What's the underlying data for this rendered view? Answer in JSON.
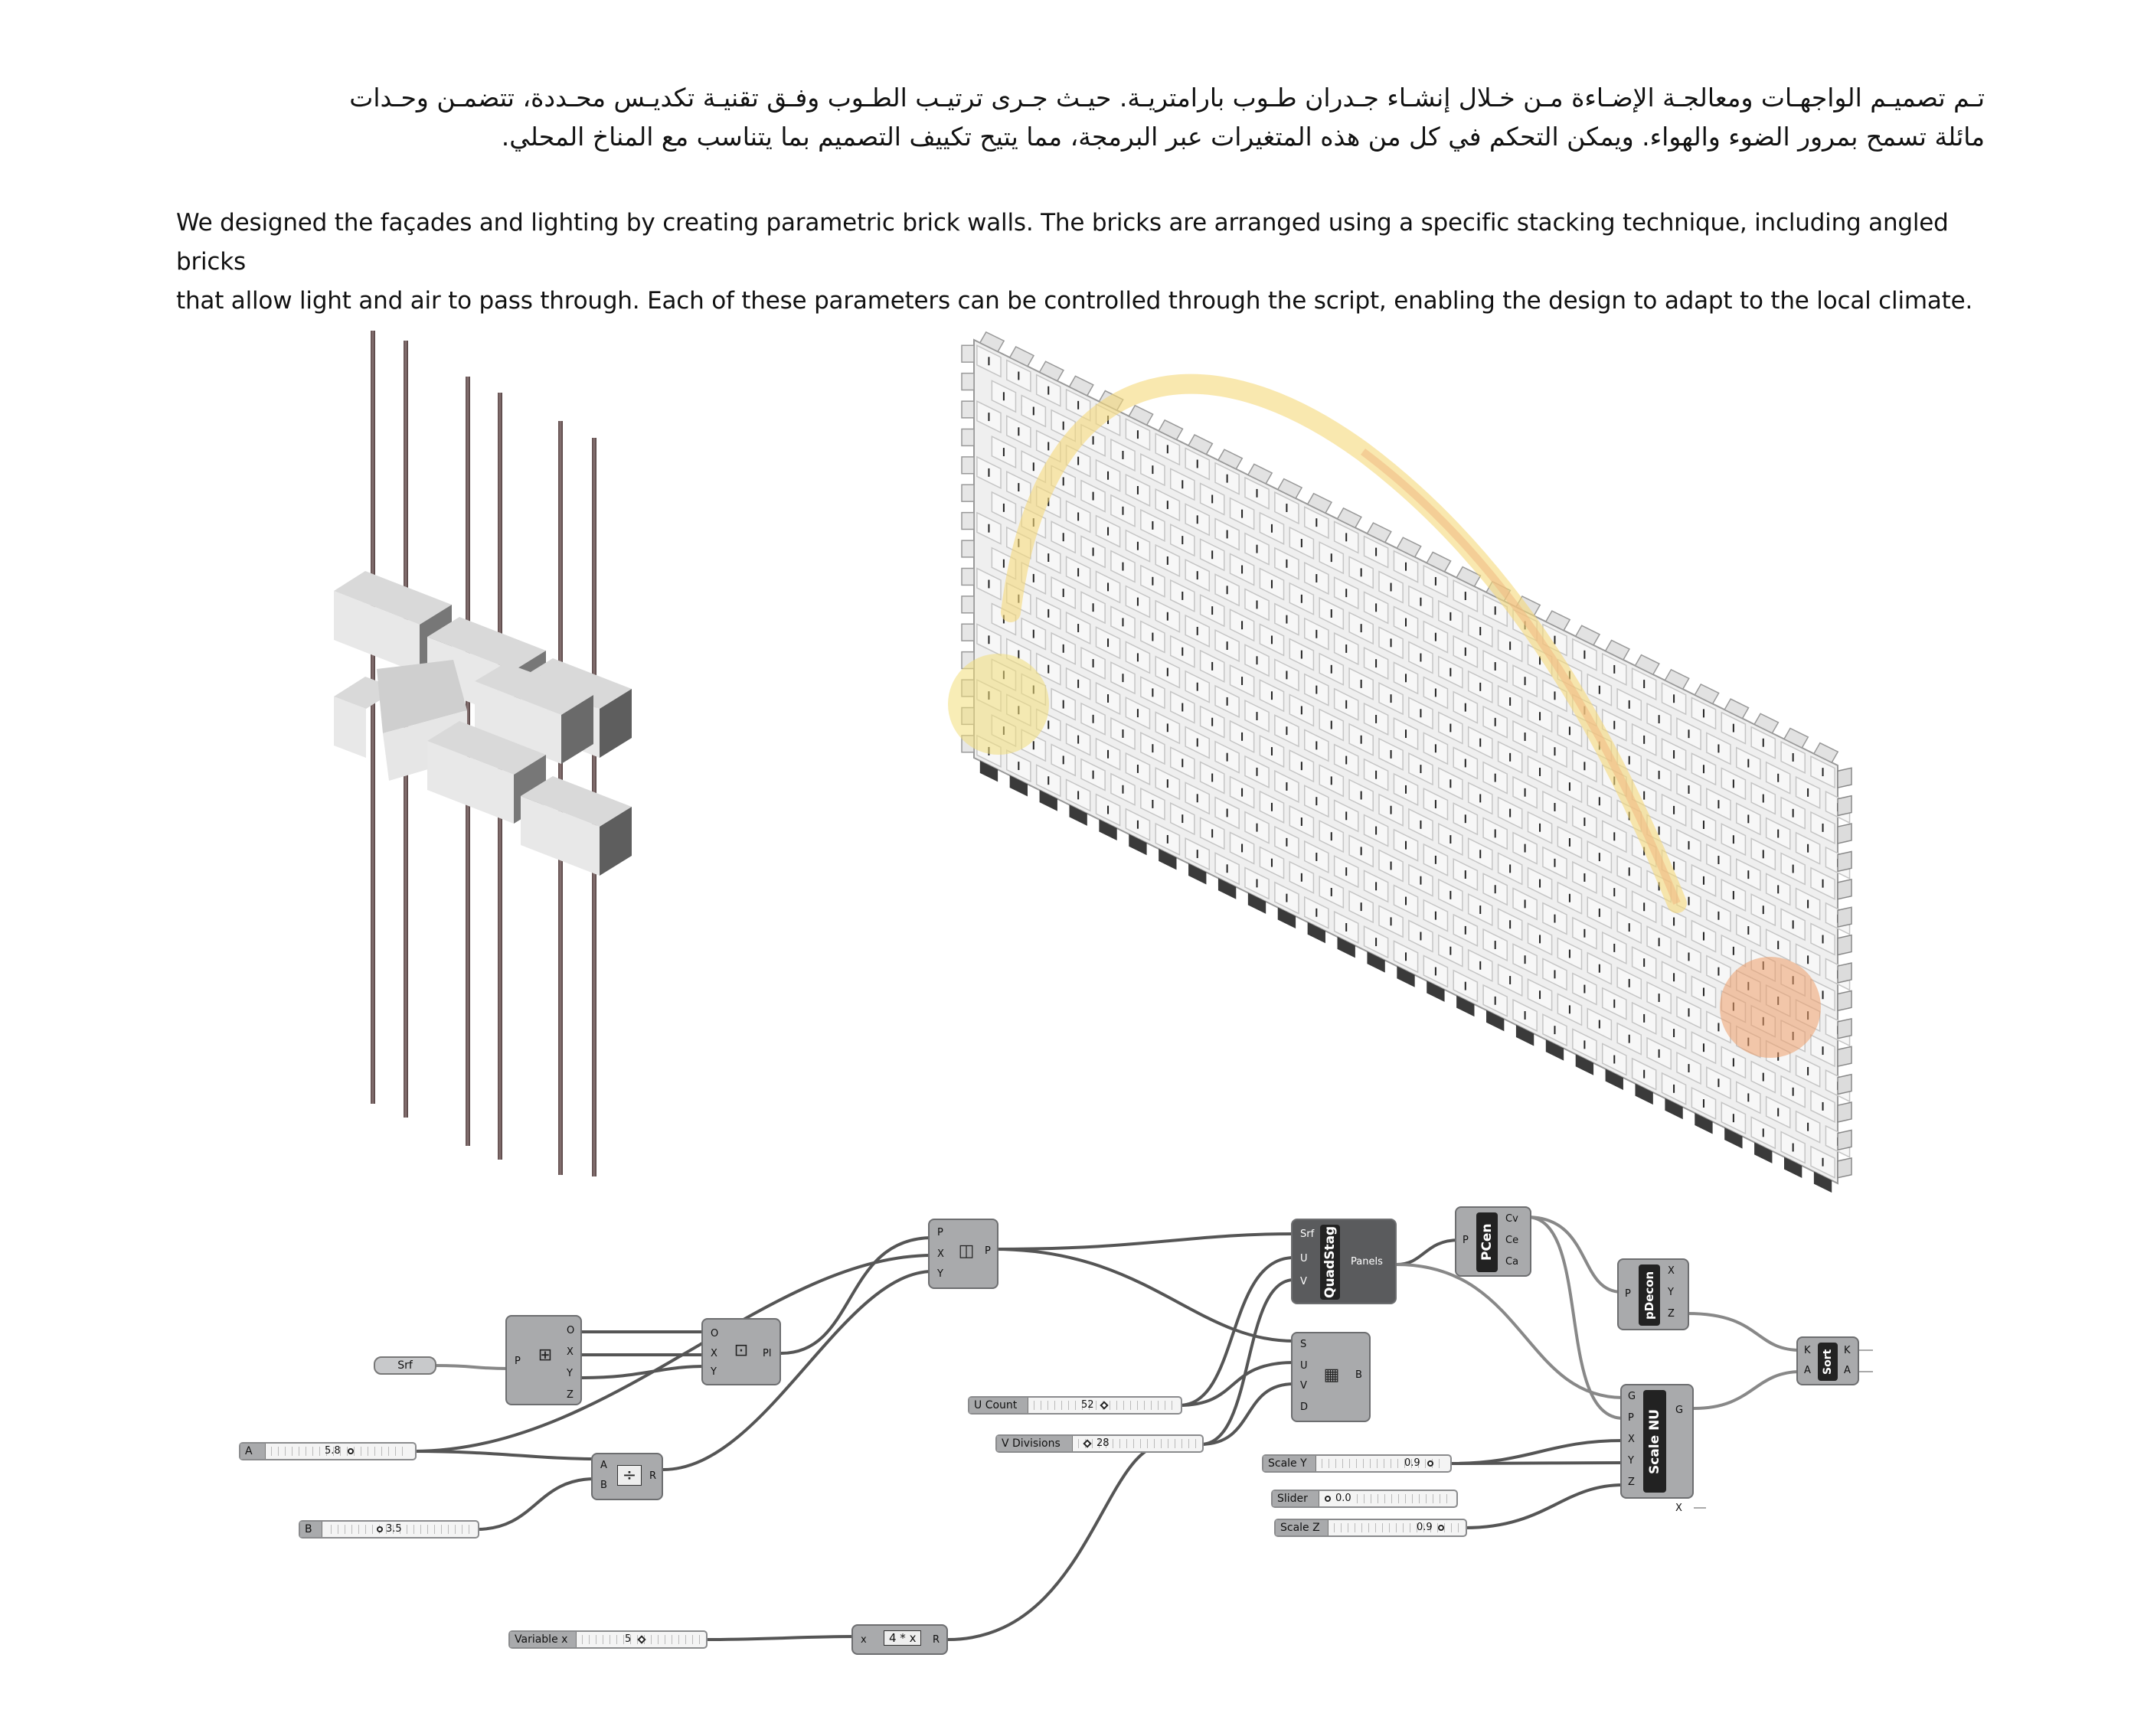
{
  "text": {
    "arabic_line1": "تـم تصميـم الواجهـات ومعالجـة الإضـاءة مـن خـلال إنشـاء جـدران طـوب بارامتريـة. حيـث جـرى ترتيـب الطـوب وفـق تقنيـة تكديـس محـددة، تتضمـن وحـدات",
    "arabic_line2": "مائلة تسمح بمرور الضوء والهواء. ويمكن التحكم في كل من هذه المتغيرات عبر البرمجة، مما يتيح تكييف التصميم بما يتناسب مع المناخ المحلي.",
    "english_line1": "We designed the façades and lighting by creating parametric brick walls. The bricks are arranged using a specific stacking technique, including angled bricks",
    "english_line2": "that allow light and air to pass through. Each of these parameters can be controlled through the script, enabling the design to adapt to the local climate."
  },
  "grasshopper": {
    "srf_param": "Srf",
    "deconstruct_plane": {
      "inputs": [
        "P"
      ],
      "outputs": [
        "O",
        "X",
        "Y",
        "Z"
      ]
    },
    "construct_plane": {
      "inputs": [
        "O",
        "X",
        "Y"
      ],
      "outputs": [
        "Pl"
      ]
    },
    "plane_surface": {
      "inputs": [
        "P",
        "X",
        "Y"
      ],
      "outputs": [
        "P"
      ]
    },
    "division": {
      "inputs": [
        "A",
        "B"
      ],
      "outputs": [
        "R"
      ]
    },
    "expression": {
      "inputs": [
        "x"
      ],
      "outputs": [
        "R"
      ],
      "formula": "4 * x"
    },
    "quadstag": {
      "name": "QuadStag",
      "inputs": [
        "Srf",
        "U",
        "V"
      ],
      "outputs": [
        "Panels"
      ]
    },
    "divide_grid": {
      "inputs": [
        "S",
        "U",
        "V",
        "D"
      ],
      "outputs": [
        "B"
      ]
    },
    "pcen": {
      "name": "PCen",
      "inputs": [
        "P"
      ],
      "outputs": [
        "Cv",
        "Ce",
        "Ca"
      ]
    },
    "pdecon": {
      "name": "pDecon",
      "inputs": [
        "P"
      ],
      "outputs": [
        "X",
        "Y",
        "Z"
      ]
    },
    "scale_nu": {
      "name": "Scale NU",
      "inputs": [
        "G",
        "P",
        "X",
        "Y",
        "Z"
      ],
      "outputs": [
        "G",
        "X"
      ]
    },
    "sort": {
      "name": "Sort",
      "inputs": [
        "K",
        "A"
      ],
      "outputs": [
        "K",
        "A"
      ]
    },
    "sliders": {
      "a": {
        "label": "A",
        "value": "5.8"
      },
      "b": {
        "label": "B",
        "value": "3.5"
      },
      "ucount": {
        "label": "U Count",
        "value": "52"
      },
      "vdiv": {
        "label": "V Divisions",
        "value": "28"
      },
      "scaley": {
        "label": "Scale Y",
        "value": "0.9"
      },
      "slider": {
        "label": "Slider",
        "value": "0.0"
      },
      "scalez": {
        "label": "Scale Z",
        "value": "0.9"
      },
      "varx": {
        "label": "Variable x",
        "value": "5"
      }
    }
  }
}
